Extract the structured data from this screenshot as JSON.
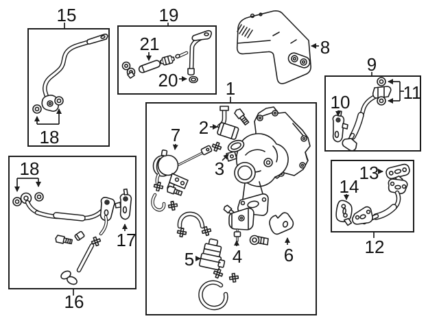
{
  "palette": {
    "background": "#ffffff",
    "line_art": "#1c1c1c",
    "label_text": "#111111"
  },
  "callouts": {
    "box15": {
      "label": "15",
      "washers": "18"
    },
    "box19": {
      "label": "19",
      "hose": "21",
      "oring": "20"
    },
    "heat_shield": {
      "label": "8"
    },
    "box9": {
      "label": "9",
      "bracket": "10",
      "washers": "11"
    },
    "box1": {
      "label": "1",
      "fitting": "2",
      "gasket": "3",
      "bracket_stud": "4",
      "solenoid": "5",
      "bracket": "6",
      "actuator": "7"
    },
    "box16": {
      "label": "16",
      "washers": "18",
      "flange": "17"
    },
    "box12": {
      "label": "12",
      "gasket": "13",
      "flange": "14"
    }
  }
}
